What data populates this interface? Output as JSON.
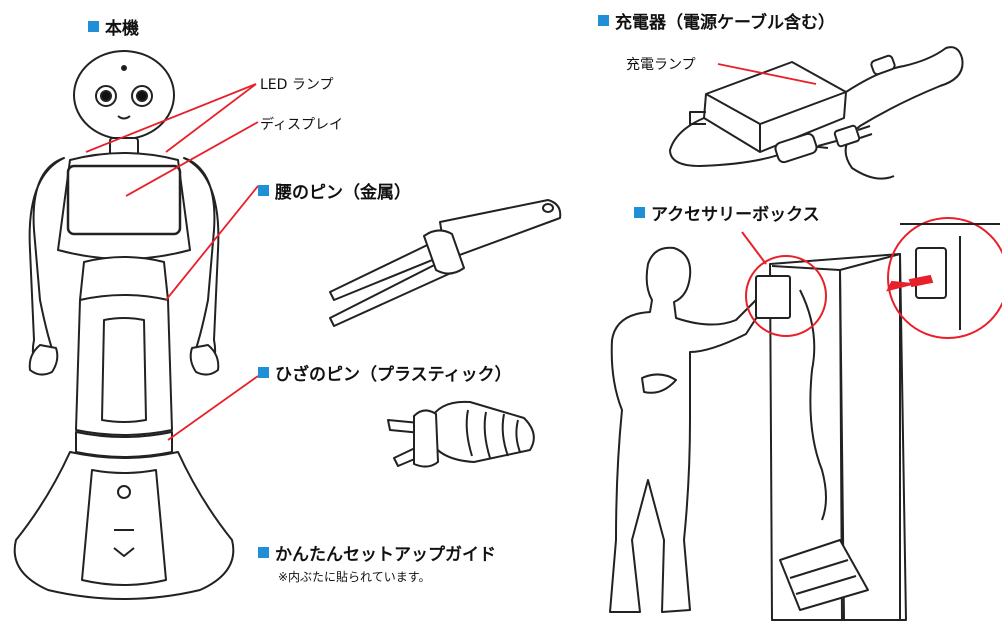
{
  "colors": {
    "accent_square": "#1f8fd6",
    "leader_line": "#e8202a",
    "ink": "#111111"
  },
  "sections": {
    "robot": {
      "heading": "本機"
    },
    "charger": {
      "heading": "充電器（電源ケーブル含む）",
      "lamp_label": "充電ランプ"
    },
    "waist_pin": {
      "heading": "腰のピン（金属）"
    },
    "knee_pin": {
      "heading": "ひざのピン（プラスティック）"
    },
    "guide": {
      "heading": "かんたんセットアップガイド",
      "note": "※内ぶたに貼られています。"
    },
    "accessory_box": {
      "heading": "アクセサリーボックス"
    }
  },
  "callouts": {
    "led_lamp": "LED ランプ",
    "display": "ディスプレイ"
  },
  "icons": {
    "robot": "pepper-robot-illustration",
    "charger": "ac-adapter-illustration",
    "waist_pin": "metal-pin-illustration",
    "knee_pin": "plastic-pin-illustration",
    "box": "accessory-box-illustration"
  }
}
